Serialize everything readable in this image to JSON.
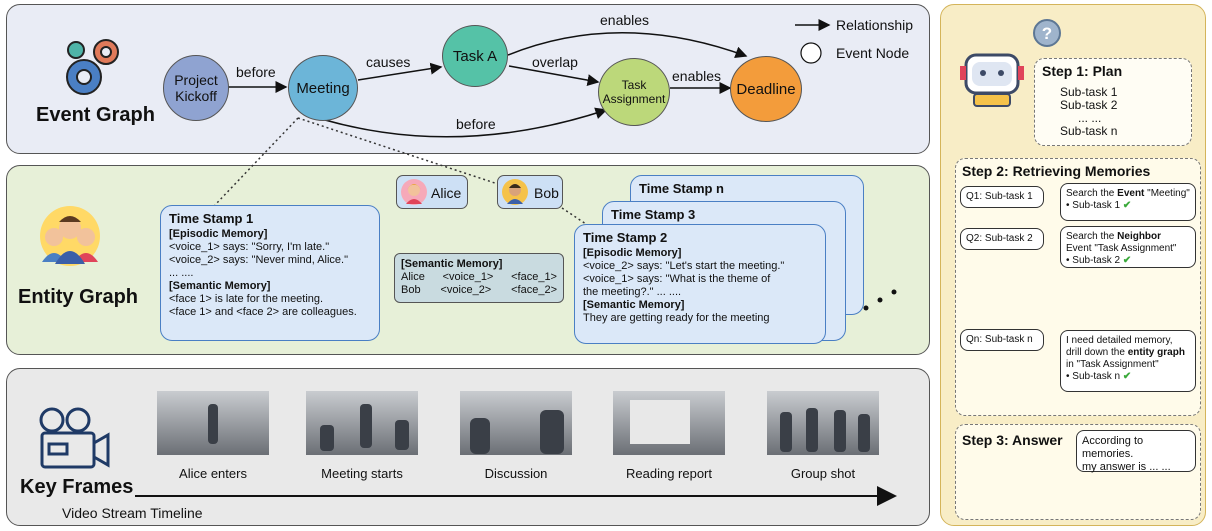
{
  "event_graph": {
    "title": "Event Graph",
    "nodes": {
      "kickoff": "Project Kickoff",
      "meeting": "Meeting",
      "task_a": "Task A",
      "task_assignment": "Task Assignment",
      "deadline": "Deadline"
    },
    "edges": {
      "before1": "before",
      "causes": "causes",
      "enables1": "enables",
      "overlap": "overlap",
      "enables2": "enables",
      "before2": "before"
    },
    "legend": {
      "relationship": "Relationship",
      "event_node": "Event Node"
    }
  },
  "entity_graph": {
    "title": "Entity Graph",
    "people": {
      "alice": "Alice",
      "bob": "Bob"
    },
    "ts1": {
      "title": "Time Stamp 1",
      "episodic": "[Episodic Memory]",
      "e1": "<voice_1> says: \"Sorry, I'm late.\"",
      "e2": "<voice_2> says: \"Never mind, Alice.\"",
      "ell": "... ....",
      "semantic": "[Semantic Memory]",
      "s1": "<face 1> is late for the meeting.",
      "s2": "<face 1> and <face 2> are colleagues."
    },
    "sem_box": {
      "title": "[Semantic Memory]",
      "r1": [
        "Alice",
        "<voice_1>",
        "<face_1>"
      ],
      "r2": [
        "Bob",
        "<voice_2>",
        "<face_2>"
      ]
    },
    "tsn": "Time Stamp n",
    "ts3": "Time Stamp 3",
    "ts2": {
      "title": "Time Stamp 2",
      "episodic": "[Episodic Memory]",
      "e1": "<voice_2> says: \"Let's start the meeting.\"",
      "e2": "<voice_1> says: \"What is the theme of",
      "e3": "the meeting?.\"  ... ....",
      "semantic": "[Semantic Memory]",
      "s1": "They are getting ready for the meeting"
    }
  },
  "key_frames": {
    "title": "Key Frames",
    "captions": [
      "Alice enters",
      "Meeting starts",
      "Discussion",
      "Reading report",
      "Group shot"
    ],
    "timeline": "Video Stream Timeline"
  },
  "agent": {
    "step1": {
      "title": "Step 1: Plan",
      "items": [
        "Sub-task 1",
        "Sub-task 2",
        "... ...",
        "Sub-task n"
      ]
    },
    "step2": {
      "title": "Step 2: Retrieving Memories",
      "q1": "Q1: Sub-task 1",
      "q2": "Q2: Sub-task 2",
      "qn": "Qn: Sub-task n",
      "r1a": "Search the ",
      "r1b": "Event",
      "r1c": " \"Meeting\"",
      "r1d": "Sub-task 1",
      "r2a": "Search the ",
      "r2b": "Neighbor",
      "r2c": "Event \"Task Assignment\"",
      "r2d": "Sub-task 2",
      "r3a": "I need detailed memory,",
      "r3b": "drill down the ",
      "r3c": "entity graph",
      "r3d": "in \"Task Assignment\"",
      "r3e": "Sub-task n"
    },
    "step3": {
      "title": "Step 3: Answer",
      "a1": "According to memories.",
      "a2": "my answer is ... ..."
    }
  }
}
